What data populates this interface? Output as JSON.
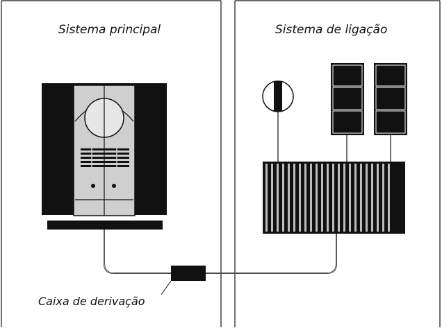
{
  "labels": {
    "main_system": "Sistema principal",
    "link_system": "Sistema de ligação",
    "junction_box": "Caixa de derivação"
  },
  "colors": {
    "ink": "#111111",
    "silver": "#cfcfcf",
    "speaker_cone": "#d9d9d9",
    "stripe": "#bdbdbd",
    "background": "#ffffff"
  },
  "icons": {
    "main_unit": "music-system-icon",
    "link_speaker_round": "round-speaker-icon",
    "link_speaker_tall": "tall-speaker-icon",
    "link_amp": "striped-amplifier-icon",
    "junction": "junction-box-icon"
  }
}
